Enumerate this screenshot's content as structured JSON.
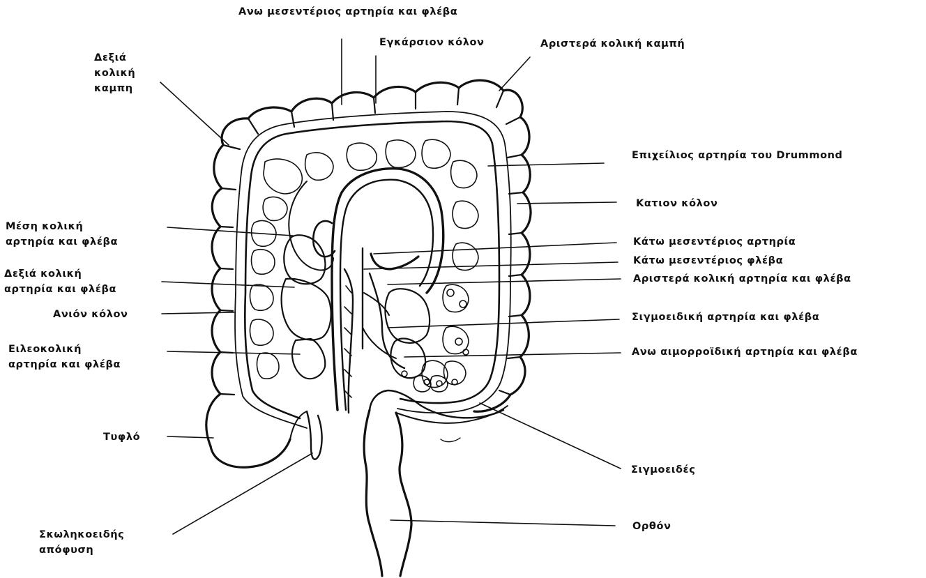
{
  "labels": {
    "top": "Ανω μεσεντέριος αρτηρία και φλέβα",
    "transverse_colon": "Εγκάρσιον κόλον",
    "left_flexure": "Αριστερά κολική καμπή",
    "right_flexure": [
      "Δεξιά",
      "κολική",
      "καμπη"
    ],
    "drummond": "Επιχείλιος αρτηρία του Drummond",
    "descending_colon": "Κατιον κόλον",
    "middle_colic": [
      "Μέση κολική",
      "αρτηρία και φλέβα"
    ],
    "inf_mesenteric_artery": "Κάτω μεσεντέριος αρτηρία",
    "inf_mesenteric_vein": "Κάτω μεσεντέριος φλέβα",
    "right_colic": [
      "Δεξιά κολική",
      "αρτηρία και φλέβα"
    ],
    "left_colic": "Αριστερά κολική αρτηρία και φλέβα",
    "ascending_colon": "Ανιόν κόλον",
    "sigmoid_artery": "Σιγμοειδική αρτηρία και φλέβα",
    "ileocolic": [
      "Ειλεοκολική",
      "αρτηρία και φλέβα"
    ],
    "sup_hemorrhoidal": "Ανω αιμορροϊδική αρτηρία και φλέβα",
    "cecum": "Τυφλό",
    "sigmoid": "Σιγμοειδές",
    "rectum": "Ορθόν",
    "appendix": [
      "Σκωληκοειδής",
      "απόφυση"
    ]
  },
  "colors": {
    "ink": "#111111",
    "paper": "#ffffff"
  }
}
